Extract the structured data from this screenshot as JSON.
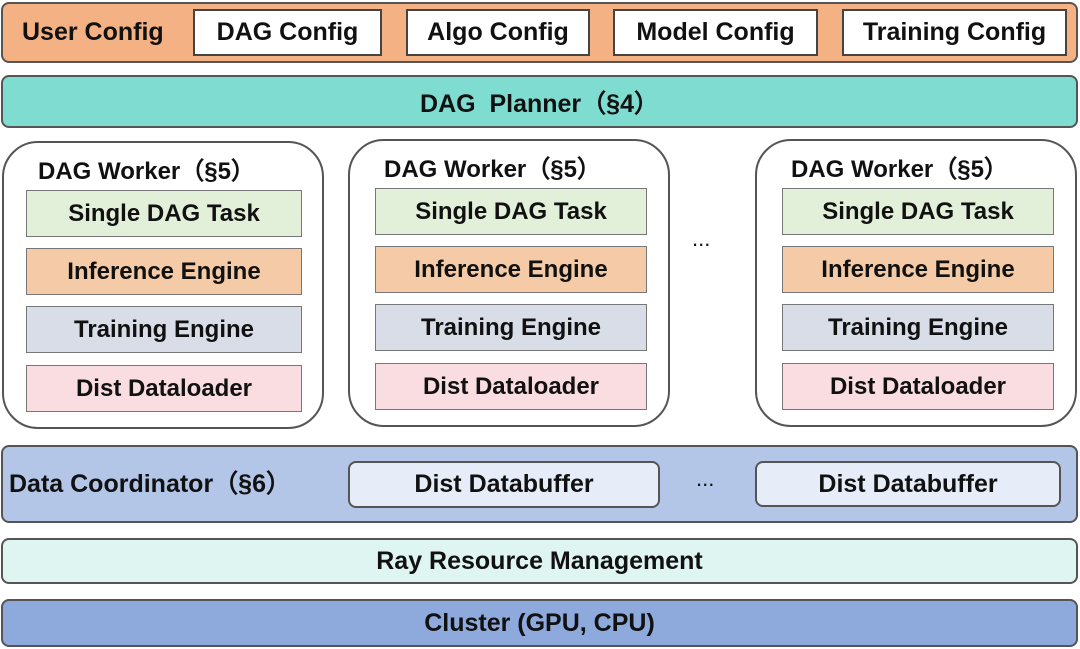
{
  "user_config": {
    "label": "User Config",
    "items": [
      "DAG Config",
      "Algo Config",
      "Model Config",
      "Training Config"
    ]
  },
  "planner": {
    "label": "DAG  Planner（§4）"
  },
  "workers": [
    {
      "title": "DAG Worker（§5）",
      "components": [
        "Single DAG Task",
        "Inference Engine",
        "Training Engine",
        "Dist Dataloader"
      ]
    },
    {
      "title": "DAG Worker（§5）",
      "components": [
        "Single DAG Task",
        "Inference Engine",
        "Training Engine",
        "Dist Dataloader"
      ]
    },
    {
      "title": "DAG Worker（§5）",
      "components": [
        "Single DAG Task",
        "Inference Engine",
        "Training Engine",
        "Dist Dataloader"
      ]
    }
  ],
  "ellipsis": "...",
  "coordinator": {
    "label": "Data Coordinator（§6）",
    "buffers": [
      "Dist Databuffer",
      "Dist Databuffer"
    ]
  },
  "resource": {
    "label": "Ray Resource Management"
  },
  "cluster": {
    "label": "Cluster (GPU, CPU)"
  },
  "colors": {
    "user_config": "#f4b183",
    "planner": "#7fdcd0",
    "single_dag_task": "#e2efd9",
    "inference_engine": "#f5caa7",
    "training_engine": "#d8dde8",
    "dist_dataloader": "#f9dde0",
    "coordinator": "#b4c6e7",
    "dist_databuffer": "#e7edf8",
    "resource": "#dff5f2",
    "cluster": "#8ea9db"
  }
}
